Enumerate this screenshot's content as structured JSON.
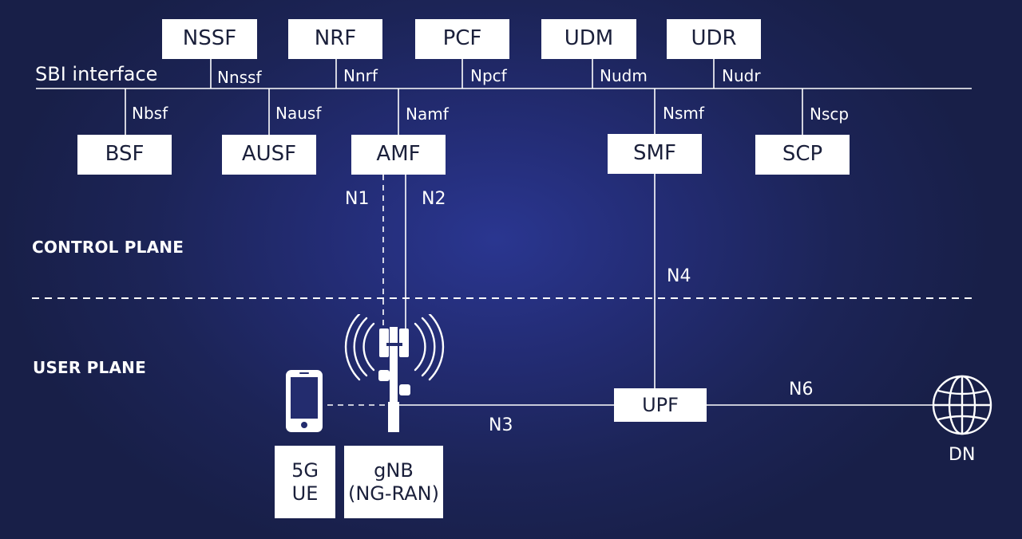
{
  "diagram": {
    "sbi_label": "SBI interface",
    "planes": {
      "control": "CONTROL PLANE",
      "user": "USER PLANE"
    },
    "nf_top": {
      "nssf": "NSSF",
      "nrf": "NRF",
      "pcf": "PCF",
      "udm": "UDM",
      "udr": "UDR"
    },
    "nf_bottom": {
      "bsf": "BSF",
      "ausf": "AUSF",
      "amf": "AMF",
      "smf": "SMF",
      "scp": "SCP"
    },
    "sbi_interfaces": {
      "nssf": "Nnssf",
      "nrf": "Nnrf",
      "pcf": "Npcf",
      "udm": "Nudm",
      "udr": "Nudr",
      "bsf": "Nbsf",
      "ausf": "Nausf",
      "amf": "Namf",
      "smf": "Nsmf",
      "scp": "Nscp"
    },
    "reference_points": {
      "n1": "N1",
      "n2": "N2",
      "n3": "N3",
      "n4": "N4",
      "n6": "N6"
    },
    "user_plane": {
      "upf": "UPF",
      "ue": "5G\nUE",
      "gnb": "gNB\n(NG-RAN)",
      "dn": "DN"
    },
    "icons": {
      "phone": "smartphone-icon",
      "tower": "cell-tower-icon",
      "globe": "globe-icon"
    },
    "colors": {
      "background": "#1c2457",
      "box": "#ffffff",
      "box_text": "#1a1f3a",
      "line": "#ffffff"
    }
  }
}
